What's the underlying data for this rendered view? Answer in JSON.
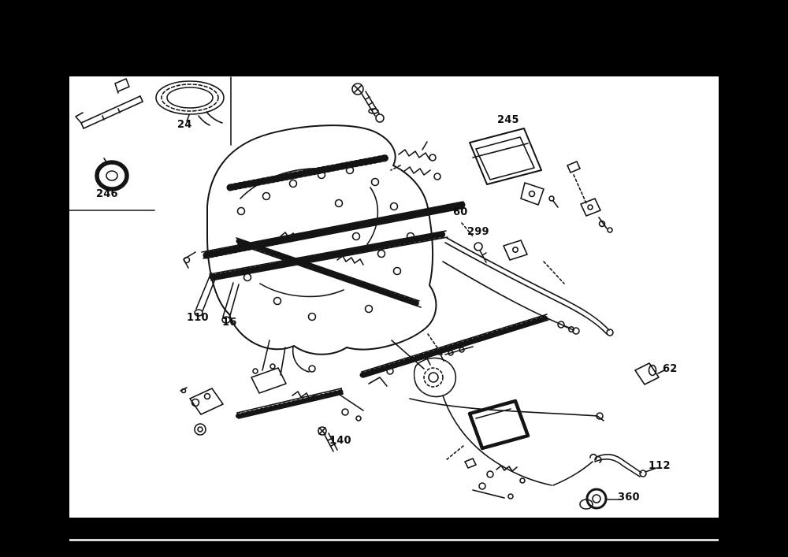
{
  "page": {
    "background_color": "#000000",
    "canvas_color": "#ffffff",
    "stroke_color": "#141414",
    "footer_rule_color": "#d8d8d8"
  },
  "diagram": {
    "labels": [
      {
        "id": "24",
        "text": "24"
      },
      {
        "id": "246",
        "text": "246"
      },
      {
        "id": "245",
        "text": "245"
      },
      {
        "id": "60",
        "text": "60"
      },
      {
        "id": "299",
        "text": "299"
      },
      {
        "id": "110",
        "text": "110"
      },
      {
        "id": "16",
        "text": "16"
      },
      {
        "id": "140",
        "text": "140"
      },
      {
        "id": "62",
        "text": "62"
      },
      {
        "id": "112",
        "text": "112"
      },
      {
        "id": "360",
        "text": "360"
      }
    ]
  }
}
